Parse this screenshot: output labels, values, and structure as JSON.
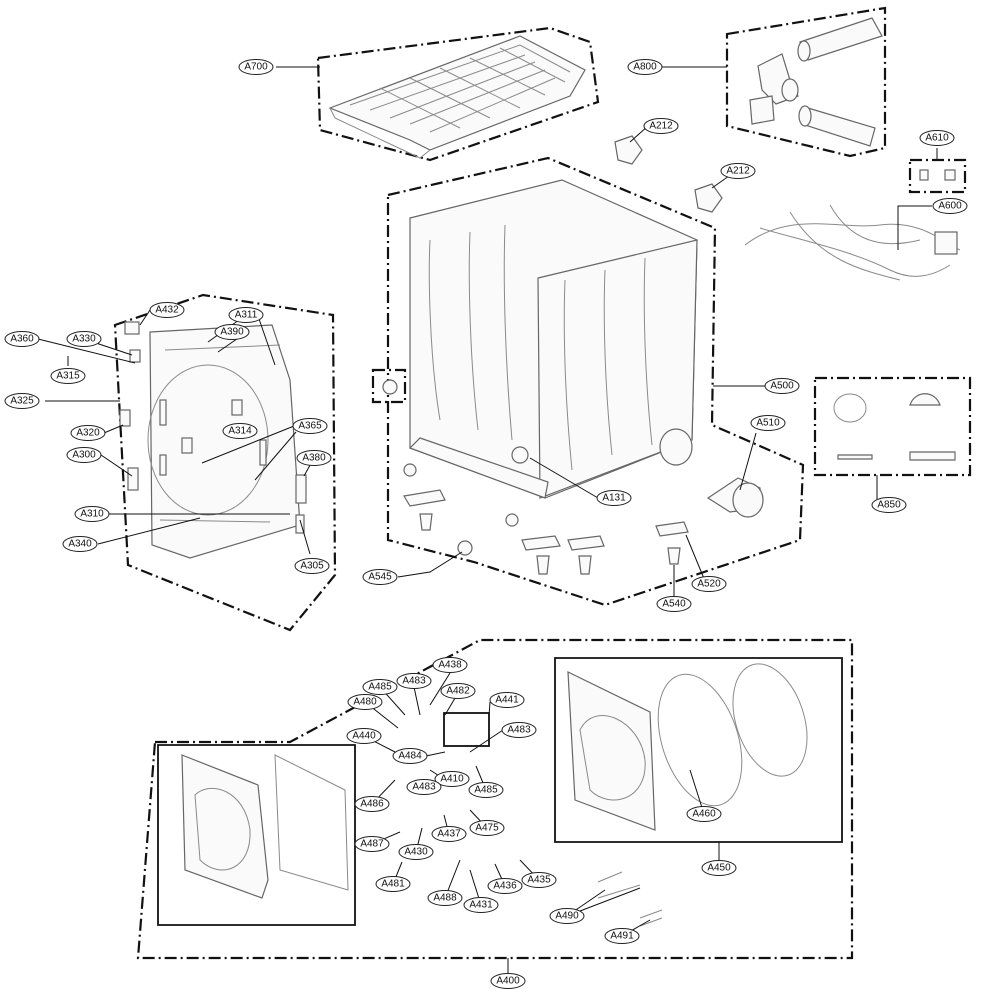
{
  "diagram": {
    "labels": [
      {
        "id": "a700",
        "text": "A700"
      },
      {
        "id": "a800",
        "text": "A800"
      },
      {
        "id": "a212a",
        "text": "A212"
      },
      {
        "id": "a212b",
        "text": "A212"
      },
      {
        "id": "a610",
        "text": "A610"
      },
      {
        "id": "a600",
        "text": "A600"
      },
      {
        "id": "a360",
        "text": "A360"
      },
      {
        "id": "a330",
        "text": "A330"
      },
      {
        "id": "a432",
        "text": "A432"
      },
      {
        "id": "a311",
        "text": "A311"
      },
      {
        "id": "a390",
        "text": "A390"
      },
      {
        "id": "a315",
        "text": "A315"
      },
      {
        "id": "a325",
        "text": "A325"
      },
      {
        "id": "a314",
        "text": "A314"
      },
      {
        "id": "a365",
        "text": "A365"
      },
      {
        "id": "a320",
        "text": "A320"
      },
      {
        "id": "a300",
        "text": "A300"
      },
      {
        "id": "a380",
        "text": "A380"
      },
      {
        "id": "a310",
        "text": "A310"
      },
      {
        "id": "a340",
        "text": "A340"
      },
      {
        "id": "a305",
        "text": "A305"
      },
      {
        "id": "a500",
        "text": "A500"
      },
      {
        "id": "a510",
        "text": "A510"
      },
      {
        "id": "a131",
        "text": "A131"
      },
      {
        "id": "a850",
        "text": "A850"
      },
      {
        "id": "a545",
        "text": "A545"
      },
      {
        "id": "a520",
        "text": "A520"
      },
      {
        "id": "a540",
        "text": "A540"
      },
      {
        "id": "a438",
        "text": "A438"
      },
      {
        "id": "a485a",
        "text": "A485"
      },
      {
        "id": "a483a",
        "text": "A483"
      },
      {
        "id": "a482",
        "text": "A482"
      },
      {
        "id": "a441",
        "text": "A441"
      },
      {
        "id": "a480",
        "text": "A480"
      },
      {
        "id": "a483b",
        "text": "A483"
      },
      {
        "id": "a440",
        "text": "A440"
      },
      {
        "id": "a484",
        "text": "A484"
      },
      {
        "id": "a410",
        "text": "A410"
      },
      {
        "id": "a485b",
        "text": "A485"
      },
      {
        "id": "a483c",
        "text": "A483"
      },
      {
        "id": "a486",
        "text": "A486"
      },
      {
        "id": "a475",
        "text": "A475"
      },
      {
        "id": "a437",
        "text": "A437"
      },
      {
        "id": "a487",
        "text": "A487"
      },
      {
        "id": "a430",
        "text": "A430"
      },
      {
        "id": "a435",
        "text": "A435"
      },
      {
        "id": "a436",
        "text": "A436"
      },
      {
        "id": "a481",
        "text": "A481"
      },
      {
        "id": "a488",
        "text": "A488"
      },
      {
        "id": "a431",
        "text": "A431"
      },
      {
        "id": "a460",
        "text": "A460"
      },
      {
        "id": "a450",
        "text": "A450"
      },
      {
        "id": "a490",
        "text": "A490"
      },
      {
        "id": "a491",
        "text": "A491"
      },
      {
        "id": "a400",
        "text": "A400"
      }
    ]
  }
}
